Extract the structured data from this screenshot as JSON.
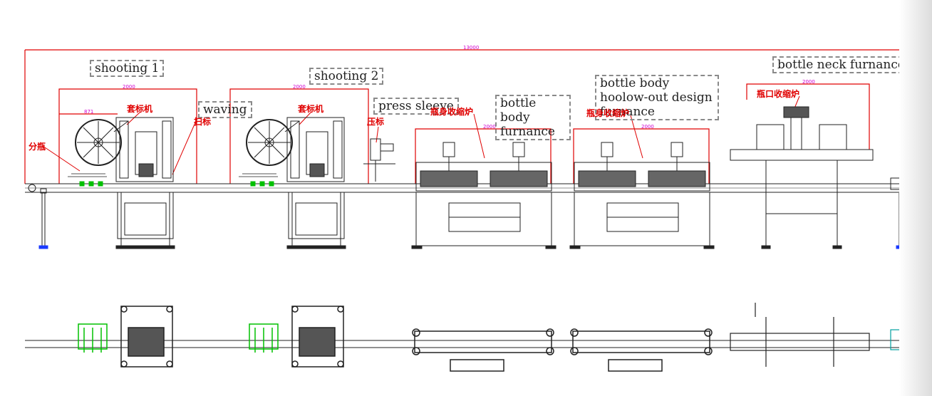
{
  "diagram": {
    "overall_dimension": "13000",
    "section_dimensions": [
      "2000",
      "2000",
      "2000",
      "2000",
      "2000"
    ],
    "small_dimension": "871",
    "english_labels": {
      "shooting1": "shooting 1",
      "shooting2": "shooting 2",
      "waving": "waving",
      "press_sleeve": "press sleeve",
      "bottle_body_furnace_1": "bottle body furnance",
      "bottle_body_furnace_2": "bottle body hoolow-out design furnance",
      "bottle_neck_furnace": "bottle neck furnance"
    },
    "chinese_labels": {
      "fenping": "分瓶",
      "taobiaoji_1": "套标机",
      "saobiao": "扫标",
      "taobiaoji_2": "套标机",
      "yabiao": "压标",
      "pingshen_1": "瓶身收缩炉",
      "pingshen_2": "瓶身收缩炉",
      "pingkou": "瓶口收缩炉"
    },
    "colors": {
      "frame_red": "#e00000",
      "dimension_magenta": "#d000d0",
      "machine_line": "#222222",
      "conveyor_green": "#00c000",
      "foot_blue": "#1a3aff",
      "label_border": "#8a8a8a"
    }
  }
}
